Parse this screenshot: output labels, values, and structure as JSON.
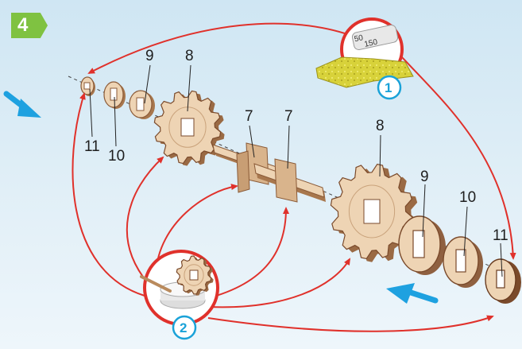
{
  "step_number": "4",
  "callouts": {
    "glue_paper": "1",
    "glue_pot": "2"
  },
  "ruler_marks": [
    "150",
    "50"
  ],
  "part_labels": {
    "left_washer_small": "11",
    "left_washer": "10",
    "left_spacer": "9",
    "left_gear": "8",
    "left_bar": "7",
    "right_bar": "7",
    "right_gear": "8",
    "right_spacer": "9",
    "right_washer": "10",
    "right_washer_small": "11"
  },
  "colors": {
    "background": "#d6eaf5",
    "step_badge": "#7fc241",
    "arrow_red": "#e0312b",
    "arrow_blue": "#1ea1e0",
    "wood": "#e8c9a4",
    "wood_edge": "#7a4a2b"
  }
}
